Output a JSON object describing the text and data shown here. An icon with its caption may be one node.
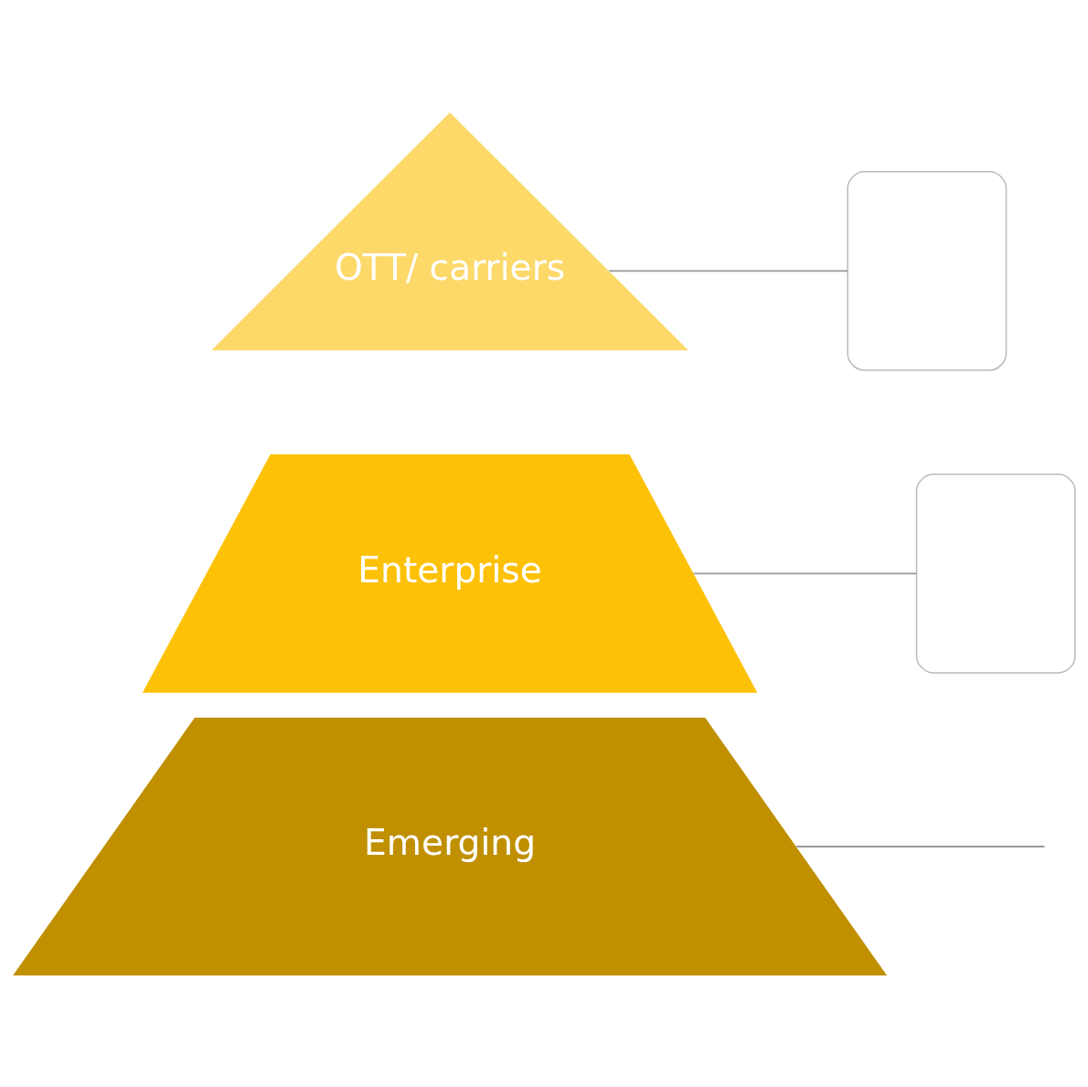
{
  "diagram": {
    "nodes": [
      {
        "text": [
          "OTT/ carriers"
        ]
      },
      {
        "text": [
          "Enterprise"
        ]
      },
      {
        "text": [
          "Emerging"
        ]
      },
      {
        "text": [],
        "shape": "box"
      },
      {
        "text": [],
        "shape": "box"
      }
    ],
    "edges": [
      {
        "from": 0,
        "to": 3,
        "arrow": "none"
      },
      {
        "from": 1,
        "to": 4,
        "arrow": "none"
      },
      {
        "from": 2,
        "to": null,
        "arrow": "none"
      }
    ]
  }
}
